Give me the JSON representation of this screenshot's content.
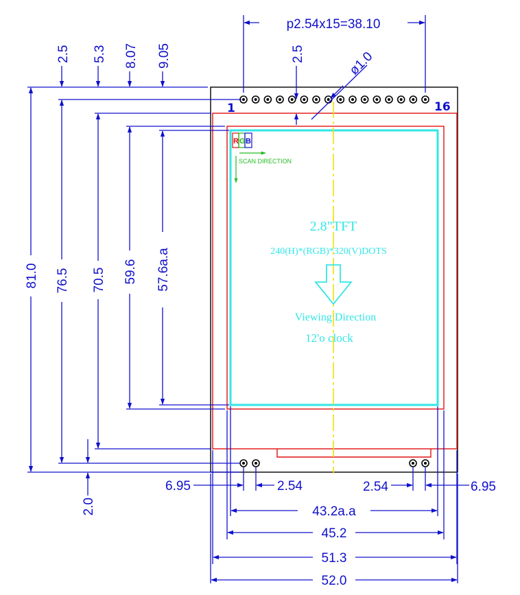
{
  "pitch_label": "p2.54x15=38.10",
  "hole_label": "ø1.0",
  "pin_first": "1",
  "pin_last": "16",
  "top_dims": [
    "2.5",
    "5.3",
    "8.07",
    "9.05",
    "2.5"
  ],
  "left_dims": [
    "81.0",
    "76.5",
    "70.5",
    "59.6",
    "57.6a.a",
    "2.0"
  ],
  "bottom_dims": {
    "left_edge": "6.95",
    "left_pin_pitch": "2.54",
    "right_pin_pitch": "2.54",
    "right_edge": "6.95",
    "active_area": "43.2a.a",
    "viewing_area": "45.2",
    "glass": "51.3",
    "module": "52.0"
  },
  "panel": {
    "title": "2.8\"TFT",
    "resolution": "240(H)*(RGB)*320(V)DOTS",
    "viewing_direction": "Viewing Direction",
    "clock": "12'o clock",
    "rgb": [
      "R",
      "G",
      "B"
    ],
    "scan_direction": "SCAN DIRECTION"
  },
  "colors": {
    "dimension": "#1010cc",
    "outline_red": "#e01010",
    "active_cyan": "#33e6e6",
    "centerline": "#f2e000",
    "rgb_red": "#e01010",
    "rgb_green": "#18b818",
    "rgb_blue": "#1010cc",
    "scan_green": "#22bb22"
  }
}
